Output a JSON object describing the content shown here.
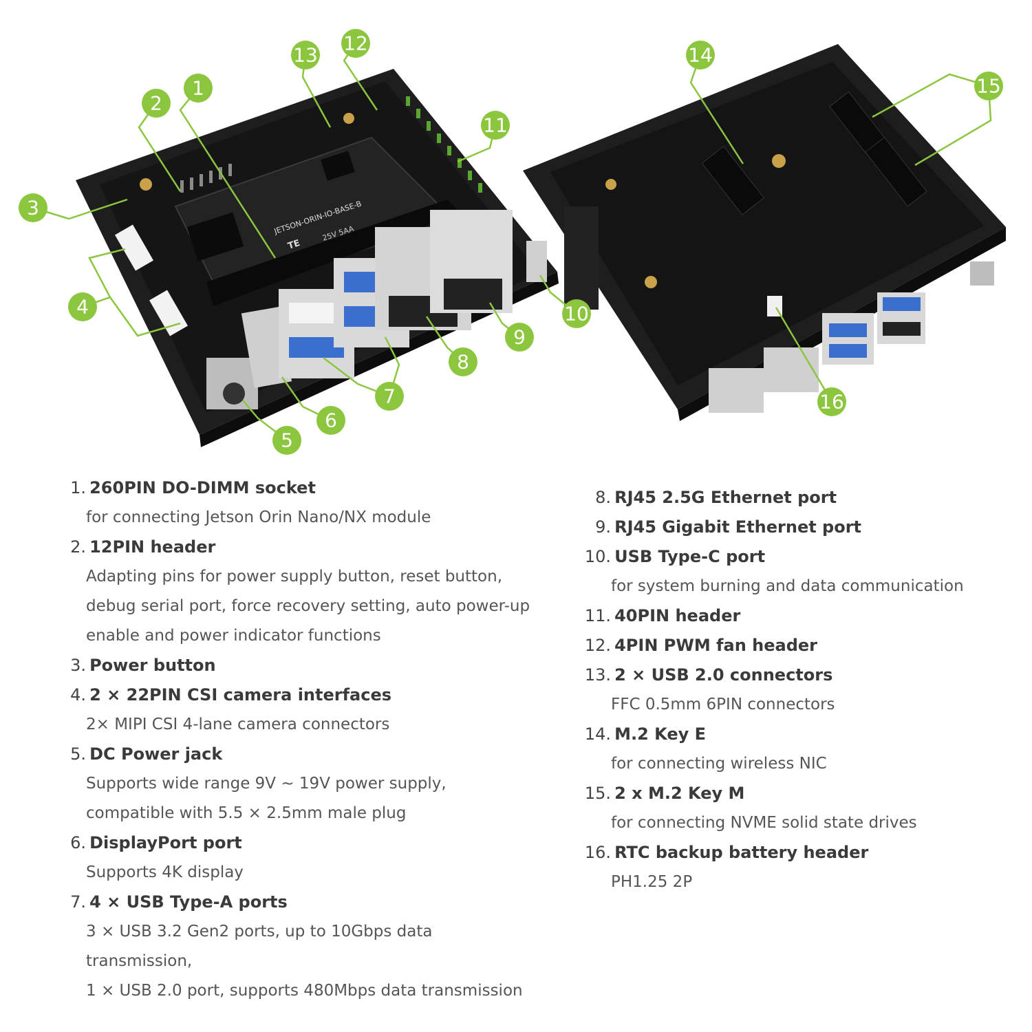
{
  "colors": {
    "callout": "#8cc63f",
    "line": "#8cc63f",
    "board": "#1c1c1c",
    "pcb": "#151515"
  },
  "board_labels": {
    "silkscreen": "JETSON-ORIN-IO-BASE-B",
    "module_brand": "TE",
    "module_rating": "25V 5AA"
  },
  "callouts": [
    "1",
    "2",
    "3",
    "4",
    "5",
    "6",
    "7",
    "8",
    "9",
    "10",
    "11",
    "12",
    "13",
    "14",
    "15",
    "16"
  ],
  "features_left": [
    {
      "num": "1.",
      "title": "260PIN DO-DIMM socket",
      "desc": [
        "for connecting Jetson Orin Nano/NX module"
      ]
    },
    {
      "num": "2.",
      "title": "12PIN header",
      "desc": [
        "Adapting pins for power supply button, reset button,",
        "debug serial port, force recovery setting, auto power-up",
        "enable and power indicator functions"
      ]
    },
    {
      "num": "3.",
      "title": "Power button",
      "desc": []
    },
    {
      "num": "4.",
      "title": "2 × 22PIN CSI camera interfaces",
      "desc": [
        "2× MIPI CSI 4-lane camera connectors"
      ]
    },
    {
      "num": "5.",
      "title": "DC Power jack",
      "desc": [
        "Supports wide range 9V ~ 19V power supply,",
        "compatible with 5.5 × 2.5mm male plug"
      ]
    },
    {
      "num": "6.",
      "title": "DisplayPort port",
      "desc": [
        "Supports 4K display"
      ]
    },
    {
      "num": "7.",
      "title": "4 × USB Type-A ports",
      "desc": [
        "3 × USB 3.2 Gen2 ports, up to 10Gbps data",
        "transmission,",
        "1 × USB 2.0 port, supports 480Mbps data transmission"
      ]
    }
  ],
  "features_right": [
    {
      "num": "8.",
      "title": "RJ45 2.5G Ethernet port",
      "desc": []
    },
    {
      "num": "9.",
      "title": "RJ45 Gigabit Ethernet port",
      "desc": []
    },
    {
      "num": "10.",
      "title": "USB Type-C port",
      "desc": [
        "for system burning and data communication"
      ]
    },
    {
      "num": "11.",
      "title": "40PIN header",
      "desc": []
    },
    {
      "num": "12.",
      "title": "4PIN PWM fan header",
      "desc": []
    },
    {
      "num": "13.",
      "title": "2 × USB 2.0 connectors",
      "desc": [
        "FFC 0.5mm 6PIN connectors"
      ]
    },
    {
      "num": "14.",
      "title": "M.2 Key E",
      "desc": [
        "for connecting wireless NIC"
      ]
    },
    {
      "num": "15.",
      "title": "2 x M.2 Key M",
      "desc": [
        "for connecting NVME solid state drives"
      ]
    },
    {
      "num": "16.",
      "title": "RTC backup battery header",
      "desc": [
        "PH1.25 2P"
      ]
    }
  ]
}
